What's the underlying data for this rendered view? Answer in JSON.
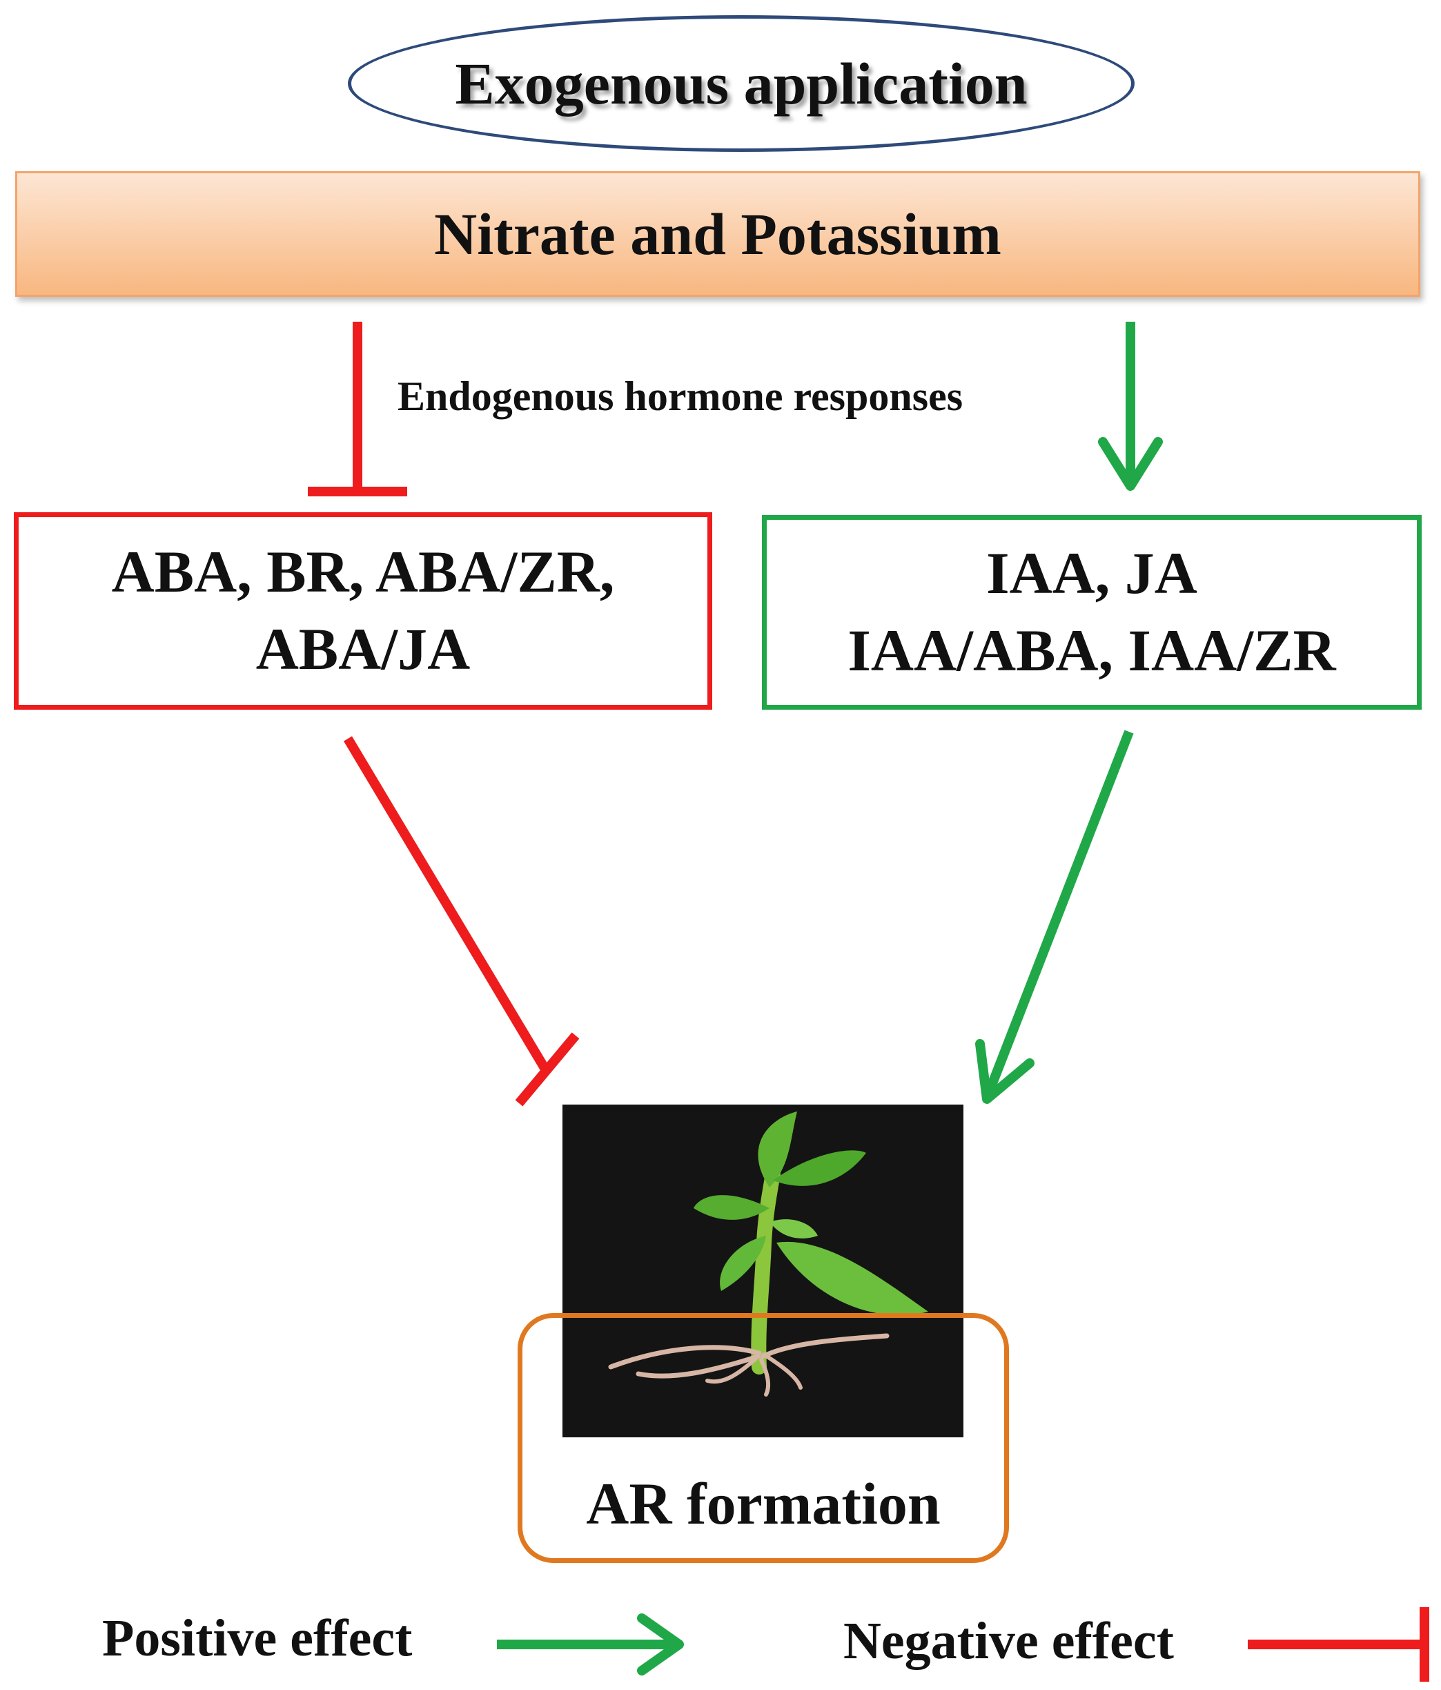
{
  "top": {
    "title": "Exogenous application"
  },
  "banner": {
    "title": "Nitrate and Potassium"
  },
  "middle": {
    "label": "Endogenous hormone responses"
  },
  "negative_box": {
    "line1": "ABA, BR, ABA/ZR,",
    "line2": "ABA/JA"
  },
  "positive_box": {
    "line1": "IAA, JA",
    "line2": "IAA/ABA, IAA/ZR"
  },
  "outcome": {
    "label": "AR formation"
  },
  "legend": {
    "positive": "Positive effect",
    "negative": "Negative effect"
  },
  "colors": {
    "positive": "#20a848",
    "negative": "#ee1c1c",
    "outcome_border": "#e07820",
    "ellipse_border": "#2e4a7a"
  }
}
